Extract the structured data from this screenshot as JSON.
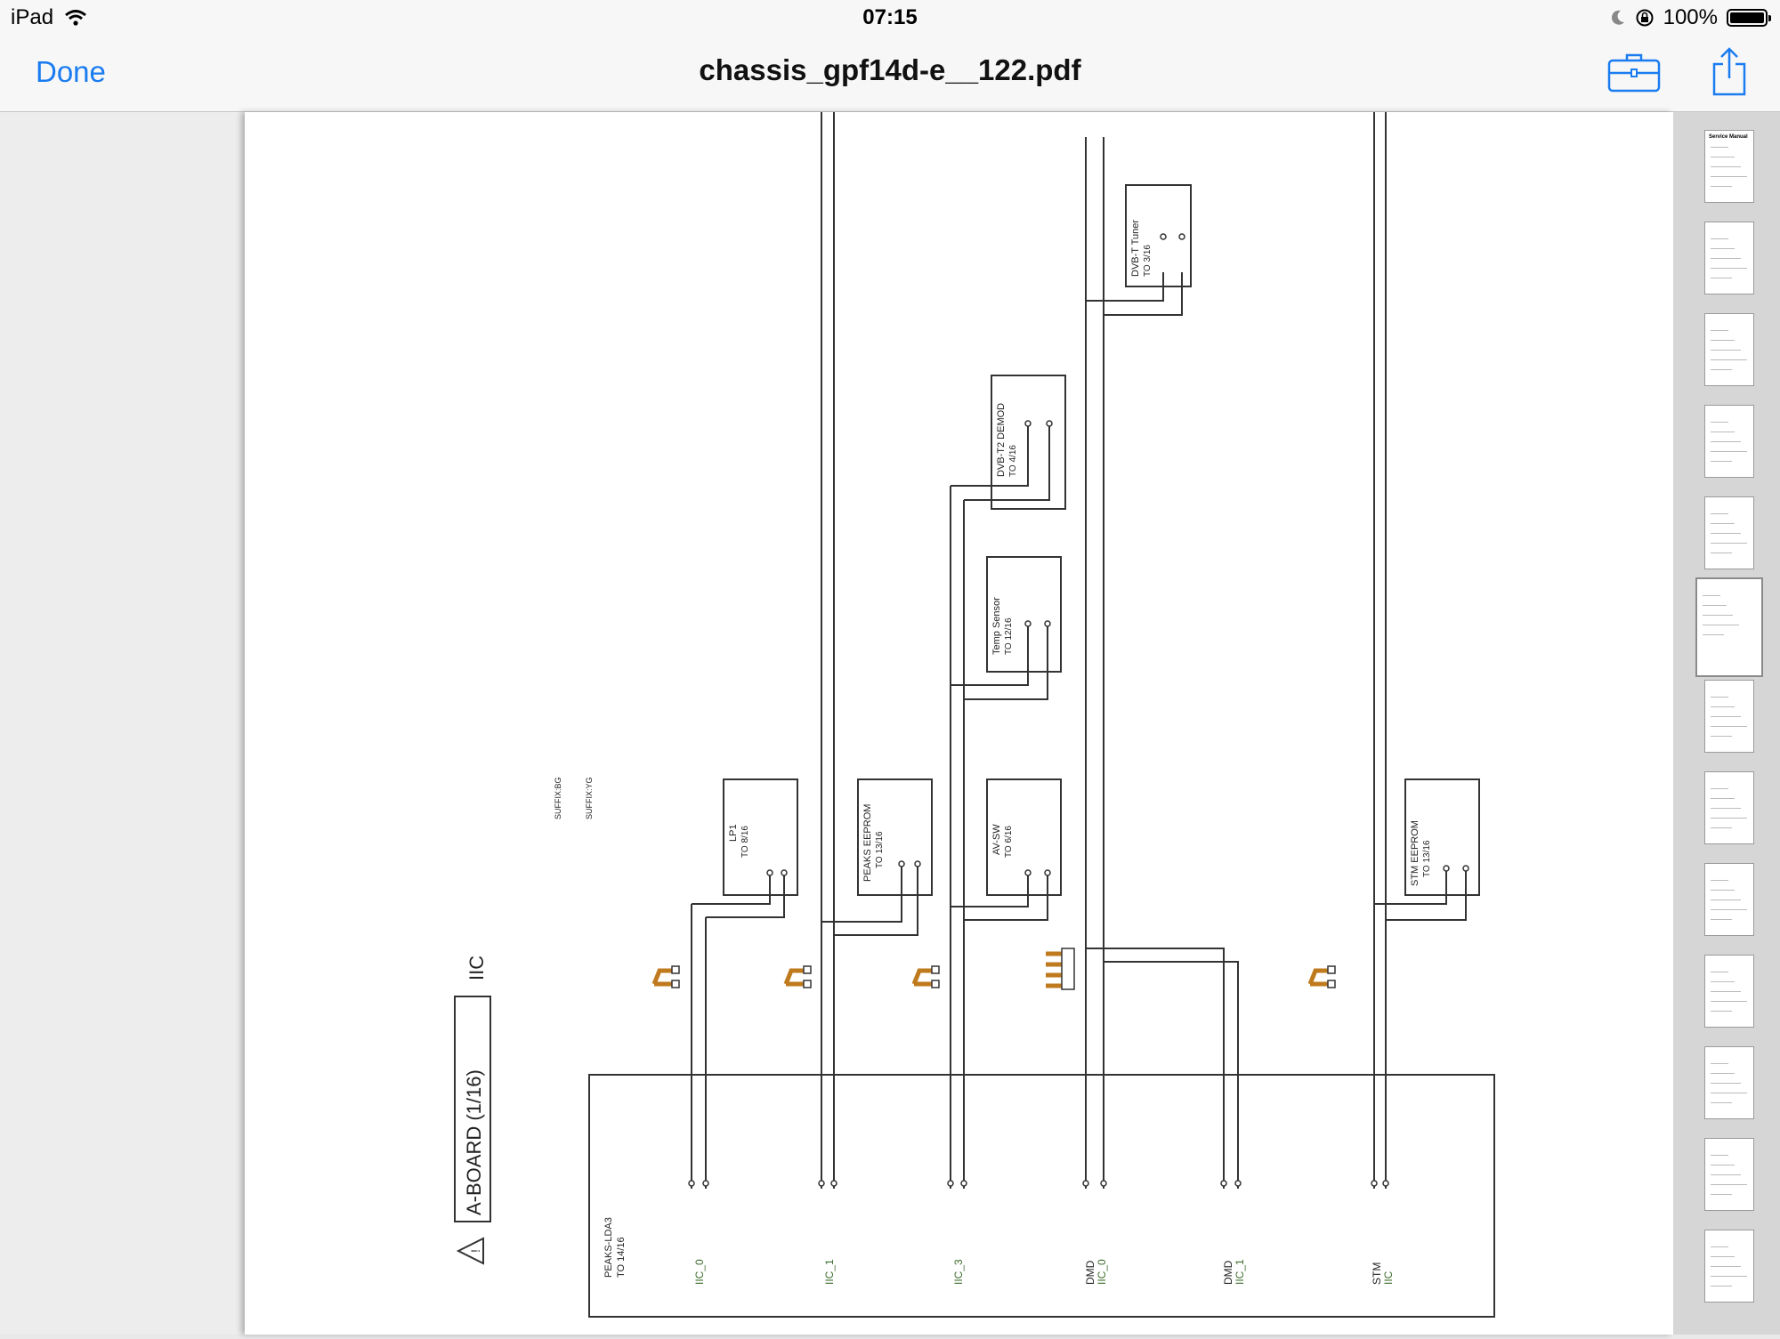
{
  "status": {
    "device": "iPad",
    "time": "07:15",
    "battery": "100%",
    "battery_level": 1.0
  },
  "nav": {
    "done_label": "Done",
    "title": "chassis_gpf14d-e__122.pdf"
  },
  "schematic": {
    "board_title": "A-BOARD (1/16)",
    "section_label": "IIC",
    "main_block": {
      "name": "PEAKS-LDA3",
      "ref": "TO 14/16"
    },
    "bus_labels": [
      "IIC_0",
      "IIC_1",
      "IIC_3",
      "DMD",
      "IIC_0",
      "DMD",
      "IIC_1",
      "STM",
      "IIC"
    ],
    "blocks": [
      {
        "name": "DVB-T Tuner",
        "ref": "TO 3/16"
      },
      {
        "name": "DVB-T2 DEMOD",
        "ref": "TO 4/16"
      },
      {
        "name": "Temp Sensor",
        "ref": "TO 12/16"
      },
      {
        "name": "LP1",
        "ref": "TO 8/16"
      },
      {
        "name": "PEAKS EEPROM",
        "ref": "TO 13/16"
      },
      {
        "name": "AV-SW",
        "ref": "TO 6/16"
      },
      {
        "name": "STM EEPROM",
        "ref": "TO 13/16"
      }
    ],
    "suffix_labels": [
      "SUFFIX:BG",
      "SUFFIX:YG"
    ]
  },
  "thumbnails": {
    "first_label": "Service Manual",
    "count": 13,
    "current_index": 5
  },
  "colors": {
    "accent": "#1a7cf0",
    "resistor": "#c07a1e",
    "wire": "#333333"
  }
}
